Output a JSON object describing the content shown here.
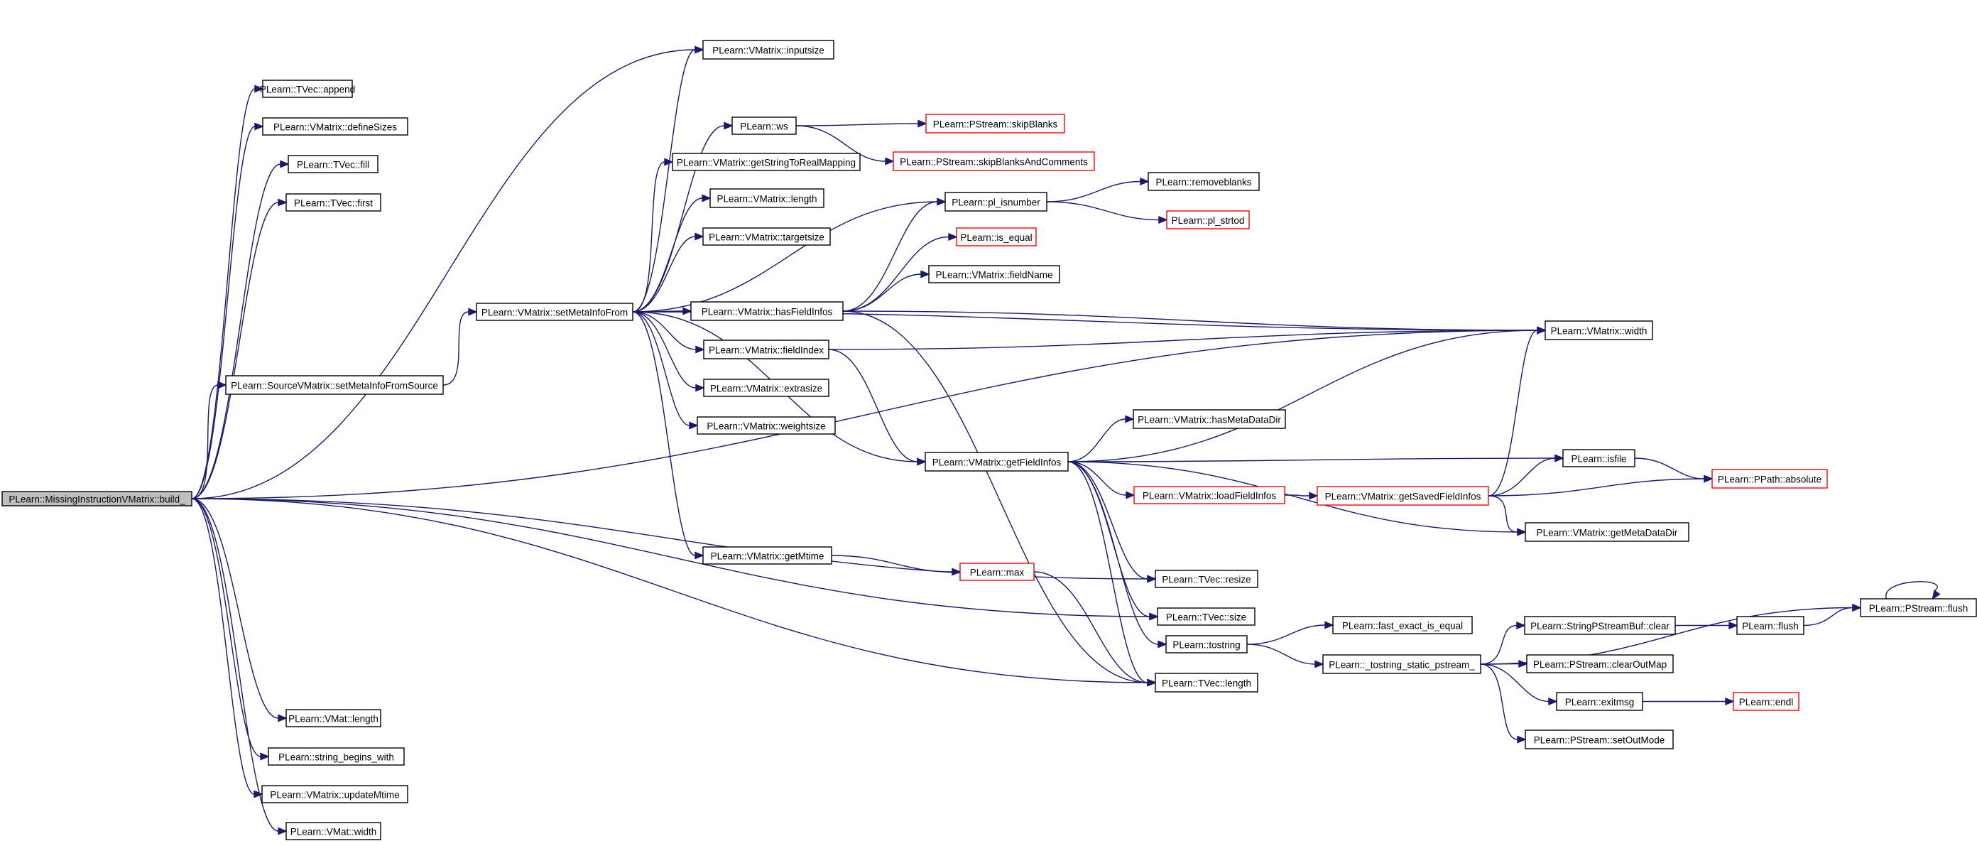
{
  "graph": {
    "colors": {
      "edge": "#191970",
      "normal_border": "#000000",
      "truncated_border": "#ff0000",
      "root_fill": "#bfbfbf",
      "node_fill": "#ffffff"
    },
    "nodes": [
      {
        "id": "build",
        "label": "PLearn::MissingInstructionVMatrix::build_",
        "style": "root"
      },
      {
        "id": "tvec_append",
        "label": "PLearn::TVec::append",
        "style": "normal"
      },
      {
        "id": "definesizes",
        "label": "PLearn::VMatrix::defineSizes",
        "style": "normal"
      },
      {
        "id": "tvec_fill",
        "label": "PLearn::TVec::fill",
        "style": "normal"
      },
      {
        "id": "tvec_first",
        "label": "PLearn::TVec::first",
        "style": "normal"
      },
      {
        "id": "src_setmeta",
        "label": "PLearn::SourceVMatrix::setMetaInfoFromSource",
        "style": "normal"
      },
      {
        "id": "vm_setmeta",
        "label": "PLearn::VMatrix::setMetaInfoFrom",
        "style": "normal"
      },
      {
        "id": "inputsize",
        "label": "PLearn::VMatrix::inputsize",
        "style": "normal"
      },
      {
        "id": "ws",
        "label": "PLearn::ws",
        "style": "normal"
      },
      {
        "id": "skipblanks",
        "label": "PLearn::PStream::skipBlanks",
        "style": "truncated"
      },
      {
        "id": "skipblankscomments",
        "label": "PLearn::PStream::skipBlanksAndComments",
        "style": "truncated"
      },
      {
        "id": "getstrmap",
        "label": "PLearn::VMatrix::getStringToRealMapping",
        "style": "normal"
      },
      {
        "id": "vm_length",
        "label": "PLearn::VMatrix::length",
        "style": "normal"
      },
      {
        "id": "targetsize",
        "label": "PLearn::VMatrix::targetsize",
        "style": "normal"
      },
      {
        "id": "hasfieldinfos",
        "label": "PLearn::VMatrix::hasFieldInfos",
        "style": "normal"
      },
      {
        "id": "fieldindex",
        "label": "PLearn::VMatrix::fieldIndex",
        "style": "normal"
      },
      {
        "id": "extrasize",
        "label": "PLearn::VMatrix::extrasize",
        "style": "normal"
      },
      {
        "id": "weightsize",
        "label": "PLearn::VMatrix::weightsize",
        "style": "normal"
      },
      {
        "id": "getmtime",
        "label": "PLearn::VMatrix::getMtime",
        "style": "normal"
      },
      {
        "id": "pl_isnumber",
        "label": "PLearn::pl_isnumber",
        "style": "normal"
      },
      {
        "id": "removeblanks",
        "label": "PLearn::removeblanks",
        "style": "normal"
      },
      {
        "id": "pl_strtod",
        "label": "PLearn::pl_strtod",
        "style": "truncated"
      },
      {
        "id": "is_equal",
        "label": "PLearn::is_equal",
        "style": "truncated"
      },
      {
        "id": "fieldname",
        "label": "PLearn::VMatrix::fieldName",
        "style": "normal"
      },
      {
        "id": "vm_width",
        "label": "PLearn::VMatrix::width",
        "style": "normal"
      },
      {
        "id": "getfieldinfos",
        "label": "PLearn::VMatrix::getFieldInfos",
        "style": "normal"
      },
      {
        "id": "hasmetadatadir",
        "label": "PLearn::VMatrix::hasMetaDataDir",
        "style": "normal"
      },
      {
        "id": "loadfieldinfos",
        "label": "PLearn::VMatrix::loadFieldInfos",
        "style": "truncated"
      },
      {
        "id": "getsavedfieldinfos",
        "label": "PLearn::VMatrix::getSavedFieldInfos",
        "style": "truncated"
      },
      {
        "id": "isfile",
        "label": "PLearn::isfile",
        "style": "normal"
      },
      {
        "id": "ppath_absolute",
        "label": "PLearn::PPath::absolute",
        "style": "truncated"
      },
      {
        "id": "getmetadatadir",
        "label": "PLearn::VMatrix::getMetaDataDir",
        "style": "normal"
      },
      {
        "id": "max",
        "label": "PLearn::max",
        "style": "truncated"
      },
      {
        "id": "tvec_resize",
        "label": "PLearn::TVec::resize",
        "style": "normal"
      },
      {
        "id": "tvec_size",
        "label": "PLearn::TVec::size",
        "style": "normal"
      },
      {
        "id": "tostring",
        "label": "PLearn::tostring",
        "style": "normal"
      },
      {
        "id": "fast_exact",
        "label": "PLearn::fast_exact_is_equal",
        "style": "normal"
      },
      {
        "id": "tostring_static",
        "label": "PLearn::_tostring_static_pstream_",
        "style": "normal"
      },
      {
        "id": "spsb_clear",
        "label": "PLearn::StringPStreamBuf::clear",
        "style": "normal"
      },
      {
        "id": "flush",
        "label": "PLearn::flush",
        "style": "normal"
      },
      {
        "id": "pstream_flush",
        "label": "PLearn::PStream::flush",
        "style": "normal"
      },
      {
        "id": "clearoutmap",
        "label": "PLearn::PStream::clearOutMap",
        "style": "normal"
      },
      {
        "id": "exitmsg",
        "label": "PLearn::exitmsg",
        "style": "normal"
      },
      {
        "id": "endl",
        "label": "PLearn::endl",
        "style": "truncated"
      },
      {
        "id": "setoutmode",
        "label": "PLearn::PStream::setOutMode",
        "style": "normal"
      },
      {
        "id": "tvec_length",
        "label": "PLearn::TVec::length",
        "style": "normal"
      },
      {
        "id": "vmat_length",
        "label": "PLearn::VMat::length",
        "style": "normal"
      },
      {
        "id": "string_begins",
        "label": "PLearn::string_begins_with",
        "style": "normal"
      },
      {
        "id": "updatemtime",
        "label": "PLearn::VMatrix::updateMtime",
        "style": "normal"
      },
      {
        "id": "vmat_width",
        "label": "PLearn::VMat::width",
        "style": "normal"
      }
    ],
    "edges": [
      [
        "build",
        "tvec_append"
      ],
      [
        "build",
        "definesizes"
      ],
      [
        "build",
        "tvec_fill"
      ],
      [
        "build",
        "tvec_first"
      ],
      [
        "build",
        "vm_width"
      ],
      [
        "build",
        "inputsize"
      ],
      [
        "build",
        "src_setmeta"
      ],
      [
        "build",
        "tvec_resize"
      ],
      [
        "build",
        "tvec_size"
      ],
      [
        "build",
        "tvec_length"
      ],
      [
        "build",
        "vmat_length"
      ],
      [
        "build",
        "string_begins"
      ],
      [
        "build",
        "updatemtime"
      ],
      [
        "build",
        "vmat_width"
      ],
      [
        "src_setmeta",
        "vm_setmeta"
      ],
      [
        "vm_setmeta",
        "inputsize"
      ],
      [
        "vm_setmeta",
        "ws"
      ],
      [
        "vm_setmeta",
        "getstrmap"
      ],
      [
        "vm_setmeta",
        "vm_length"
      ],
      [
        "vm_setmeta",
        "targetsize"
      ],
      [
        "vm_setmeta",
        "pl_isnumber"
      ],
      [
        "vm_setmeta",
        "vm_width"
      ],
      [
        "vm_setmeta",
        "hasfieldinfos"
      ],
      [
        "vm_setmeta",
        "fieldindex"
      ],
      [
        "vm_setmeta",
        "extrasize"
      ],
      [
        "vm_setmeta",
        "weightsize"
      ],
      [
        "vm_setmeta",
        "getfieldinfos"
      ],
      [
        "vm_setmeta",
        "getmtime"
      ],
      [
        "ws",
        "skipblanks"
      ],
      [
        "ws",
        "skipblankscomments"
      ],
      [
        "hasfieldinfos",
        "pl_isnumber"
      ],
      [
        "hasfieldinfos",
        "is_equal"
      ],
      [
        "hasfieldinfos",
        "fieldname"
      ],
      [
        "hasfieldinfos",
        "vm_width"
      ],
      [
        "hasfieldinfos",
        "tvec_length"
      ],
      [
        "pl_isnumber",
        "removeblanks"
      ],
      [
        "pl_isnumber",
        "pl_strtod"
      ],
      [
        "fieldindex",
        "vm_width"
      ],
      [
        "fieldindex",
        "getfieldinfos"
      ],
      [
        "getfieldinfos",
        "vm_width"
      ],
      [
        "getfieldinfos",
        "hasmetadatadir"
      ],
      [
        "getfieldinfos",
        "isfile"
      ],
      [
        "getfieldinfos",
        "loadfieldinfos"
      ],
      [
        "getfieldinfos",
        "getmetadatadir"
      ],
      [
        "getfieldinfos",
        "tvec_resize"
      ],
      [
        "getfieldinfos",
        "tvec_size"
      ],
      [
        "getfieldinfos",
        "tostring"
      ],
      [
        "getfieldinfos",
        "tvec_length"
      ],
      [
        "loadfieldinfos",
        "getsavedfieldinfos"
      ],
      [
        "getsavedfieldinfos",
        "vm_width"
      ],
      [
        "getsavedfieldinfos",
        "isfile"
      ],
      [
        "getsavedfieldinfos",
        "ppath_absolute"
      ],
      [
        "getsavedfieldinfos",
        "getmetadatadir"
      ],
      [
        "isfile",
        "ppath_absolute"
      ],
      [
        "getmtime",
        "max"
      ],
      [
        "max",
        "tvec_length"
      ],
      [
        "tostring",
        "fast_exact"
      ],
      [
        "tostring",
        "tostring_static"
      ],
      [
        "tostring_static",
        "pstream_flush"
      ],
      [
        "tostring_static",
        "spsb_clear"
      ],
      [
        "tostring_static",
        "clearoutmap"
      ],
      [
        "tostring_static",
        "exitmsg"
      ],
      [
        "tostring_static",
        "setoutmode"
      ],
      [
        "spsb_clear",
        "flush"
      ],
      [
        "flush",
        "pstream_flush"
      ],
      [
        "pstream_flush",
        "pstream_flush"
      ],
      [
        "exitmsg",
        "endl"
      ]
    ]
  }
}
